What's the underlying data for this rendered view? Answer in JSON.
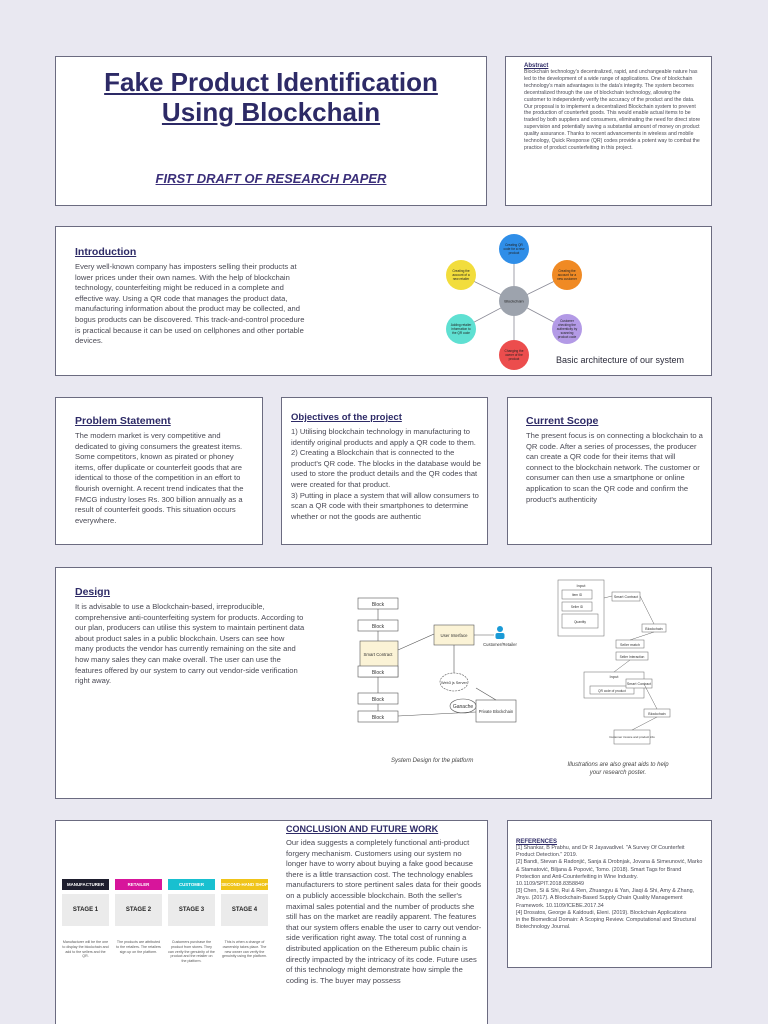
{
  "title": {
    "main": "Fake Product Identification Using Blockchain",
    "subtitle": "FIRST DRAFT OF RESEARCH PAPER"
  },
  "abstract": {
    "heading": "Abstract",
    "text": "Blockchain technology's decentralized, rapid, and unchangeable nature has led to the development of a wide range of applications. One of blockchain technology's main advantages is the data's integrity. The system becomes decentralized through the use of blockchain technology, allowing the customer to independently verify the accuracy of the product and the data. Our proposal is to implement a decentralized Blockchain system to prevent the production of counterfeit goods. This would enable actual items to be traded by both suppliers and consumers, eliminating the need for direct store supervision and potentially saving a substantial amount of money on product quality assurance. Thanks to recent advancements in wireless and mobile technology, Quick Response (QR) codes provide a potent way to combat the practice of product counterfeiting in this project."
  },
  "introduction": {
    "heading": "Introduction",
    "text": "Every well-known company has imposters selling their products at lower prices under their own names. With the help of blockchain technology, counterfeiting might be reduced in a complete and effective way. Using a QR code that manages the product data, manufacturing information about the product may be collected, and bogus products can be discovered. This track-and-control procedure is practical because it can be used on cellphones and other portable devices.",
    "diagram": {
      "center": "Blockchain",
      "nodes": [
        {
          "label": "Creating QR code for a new product",
          "color": "#2f8ee8"
        },
        {
          "label": "Creating the account for a new customer",
          "color": "#f08a24"
        },
        {
          "label": "Customer checking the authenticity by scanning product code",
          "color": "#b39ae6"
        },
        {
          "label": "Changing the owner of the product",
          "color": "#ec4d4d"
        },
        {
          "label": "Adding retailer information to the QR code",
          "color": "#5fe0d2"
        },
        {
          "label": "Creating the account of a new retailer",
          "color": "#f2dd3c"
        }
      ],
      "caption": "Basic architecture of our system"
    }
  },
  "problem": {
    "heading": "Problem Statement",
    "text": "The modern market is very competitive and dedicated to   giving consumers the greatest items. Some competitors,  known as pirated or phoney items, offer duplicate or counterfeit goods that are identical to those of the    competition in an effort to flourish overnight.  A recent trend   indicates that the FMCG industry loses Rs. 300 billion   annually as a result of counterfeit goods. This situation occurs everywhere."
  },
  "objectives": {
    "heading": "Objectives of the project",
    "text": "1) Utilising blockchain technology in manufacturing to identify original products and apply a QR code   to them.\n2) Creating a Blockchain that is connected to the product's QR code. The blocks in the database  would be used to store the product details and the   QR codes that were created for that product.\n3) Putting in place a system that will allow consumers to scan a QR code with their smartphones to determine whether or not the goods are authentic"
  },
  "scope": {
    "heading": "Current Scope",
    "text": "The present focus is on connecting a blockchain to a QR  code.  After a series of processes, the producer can create a   QR code for their items that will connect to the blockchain   network. The customer or consumer can then use a  smartphone or online application to scan the QR code and confirm the product's authenticity"
  },
  "design": {
    "heading": "Design",
    "text": "It is advisable to use a Blockchain-based, irreproducible, comprehensive anti-counterfeiting system for products. According to our plan, producers can utilise this system to maintain pertinent data about product sales in a public blockchain. Users can see how many products the vendor has currently remaining on the site and how many sales they can make overall. The user can use the features offered by our system to carry out vendor-side verification right away.",
    "diagram": {
      "blocks": [
        "Block",
        "Block",
        "Block",
        "Block",
        "Block"
      ],
      "smart_contract": "Smart Contract",
      "user_interface": "User Interface",
      "web_server": "Web3 js Server",
      "customer": "Customer/Retailer",
      "ganache": "Ganache",
      "private_chain": "Private Blockchain"
    },
    "caption": "System Design for the platform",
    "right_diagram": {
      "input": "Input",
      "input_fields": [
        "Item ID",
        "Seller ID",
        "Quantity"
      ],
      "smart_contract": "Smart Contract",
      "blockchain": "Blockchain",
      "seller_match": "Seller match",
      "seller_interaction": "Seller Interaction",
      "qr_input": "QR code of product",
      "customer_invoice": "Customer invoice and product info"
    },
    "right_caption": "Illustrations are also great aids to help your research poster."
  },
  "stages": [
    {
      "role": "MANUFACTURER",
      "color": "#1e1e2e",
      "stage": "STAGE 1",
      "desc": "Manufacturer will be the one to display the blockchain and add to the sellers and the QR."
    },
    {
      "role": "RETAILER",
      "color": "#d7159b",
      "stage": "STAGE 2",
      "desc": "The products are attributed to the retailers. The retailers sign up on the platform."
    },
    {
      "role": "CUSTOMER",
      "color": "#18c0d0",
      "stage": "STAGE 3",
      "desc": "Customers purchase the product from stores. They can verify the genuinity of the product and the retailer on the platform."
    },
    {
      "role": "SECOND-HAND SHOP",
      "color": "#f0c419",
      "stage": "STAGE 4",
      "desc": "This is when a change of ownership takes place. The new owner can verify the genuinity using the platform."
    }
  ],
  "conclusion": {
    "heading": "CONCLUSION AND FUTURE WORK",
    "text": "Our idea suggests a completely functional anti-product forgery mechanism. Customers using our system no longer have to worry about buying a fake good because there is a little transaction cost.  The technology enables manufacturers to store pertinent sales data for their goods on a publicly accessible blockchain. Both the seller's maximal sales potential and the number of products she still has on the market are readily apparent. The features that our system offers enable the user to carry out vendor-side verification right away. The total cost of running a distributed application on the Ethereum public chain is directly impacted by the intricacy of its code. Future uses of this technology might demonstrate how simple the coding is. The buyer may possess"
  },
  "references": {
    "heading": "REFERENCES",
    "text": "[1] Shankar, B Prabhu, and Dr R Jayavadivel. \"A Survey Of Counterfeit Product Detection.\" 2019.\n[2] Bandi, Stevan & Radonjić, Sanja & Drobnjak, Jovana & Simeunović, Marko & Stamatović, Biljana & Popović, Tomo. (2018). Smart Tags for Brand Protection and Anti-Counterfeiting in Wine Industry. 10.1109/SPIT.2018.8358849\n[3] Chen, Si & Shi, Rui & Ren, Zhuangyu & Yan, Jiaqi & Shi, Amy & Zhang, Jinyu. (2017). A Blockchain-Based Supply Chain Quality Management Framework. 10.1109/ICEBE.2017.34\n[4] Drosatos, George & Kaldoudi, Eleni. (2019). Blockchain Applications\nin the Biomedical Domain: A Scoping Review. Computational and Structural Biotechnology Journal."
  }
}
